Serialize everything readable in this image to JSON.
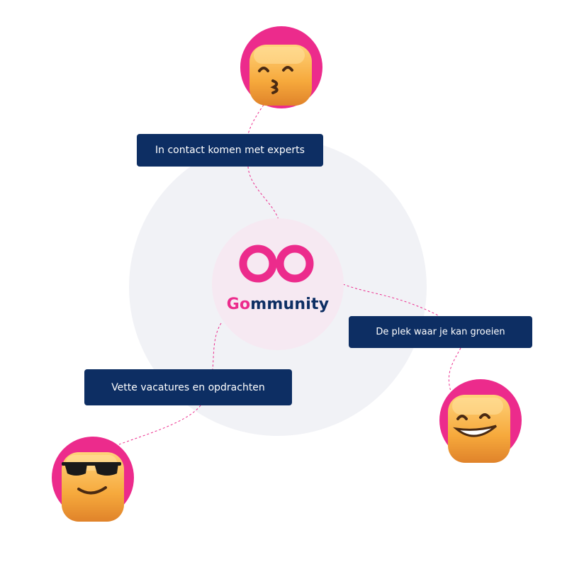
{
  "brand": {
    "prefix": "Go",
    "suffix": "mmunity",
    "colors": {
      "pink": "#ec2b8c",
      "navy": "#0d2e63",
      "circle": "#f1f2f6",
      "inner": "#f6e9f2"
    }
  },
  "nodes": [
    {
      "label": "In contact komen met experts",
      "emoji": "kissing-face-icon"
    },
    {
      "label": "De plek waar je kan groeien",
      "emoji": "grinning-face-icon"
    },
    {
      "label": "Vette vacatures en opdrachten",
      "emoji": "sunglasses-face-icon"
    }
  ]
}
